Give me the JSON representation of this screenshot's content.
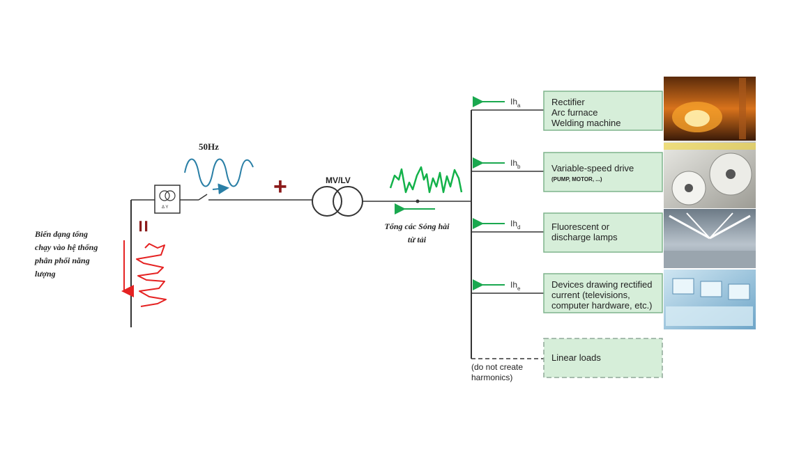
{
  "source": {
    "frequency_label": "50Hz",
    "plus_symbol": "+",
    "equals_symbol": "=",
    "distortion_caption": "Biến dạng tổng chạy vào hệ thống phân phối năng lượng"
  },
  "transformer": {
    "label": "MV/LV",
    "harmonics_caption": "Tổng các Sóng hài từ tải"
  },
  "loads": [
    {
      "current": "Ih",
      "sub": "a",
      "lines": [
        "Rectifier",
        "Arc furnace",
        "Welding machine"
      ],
      "photo": "steel-furnace-photo"
    },
    {
      "current": "Ih",
      "sub": "b",
      "lines": [
        "Variable-speed drive"
      ],
      "note": "(PUMP, MOTOR, ...)",
      "photo": "paper-rolls-photo"
    },
    {
      "current": "Ih",
      "sub": "d",
      "lines": [
        "Fluorescent or",
        "discharge lamps"
      ],
      "photo": "lit-hall-photo"
    },
    {
      "current": "Ih",
      "sub": "e",
      "lines": [
        "Devices drawing rectified",
        "current (televisions,",
        "computer hardware, etc.)"
      ],
      "photo": "monitors-photo"
    }
  ],
  "linear": {
    "label": "Linear loads",
    "note": "(do not create harmonics)"
  },
  "colors": {
    "box_fill": "#d6eed9",
    "box_border": "#7fb48c",
    "arrow_green": "#1aa84f",
    "wave_green": "#13b24a",
    "wave_blue": "#2a7fa6",
    "wave_red": "#e52222",
    "plus_red": "#8b1a1a",
    "line": "#333333"
  }
}
